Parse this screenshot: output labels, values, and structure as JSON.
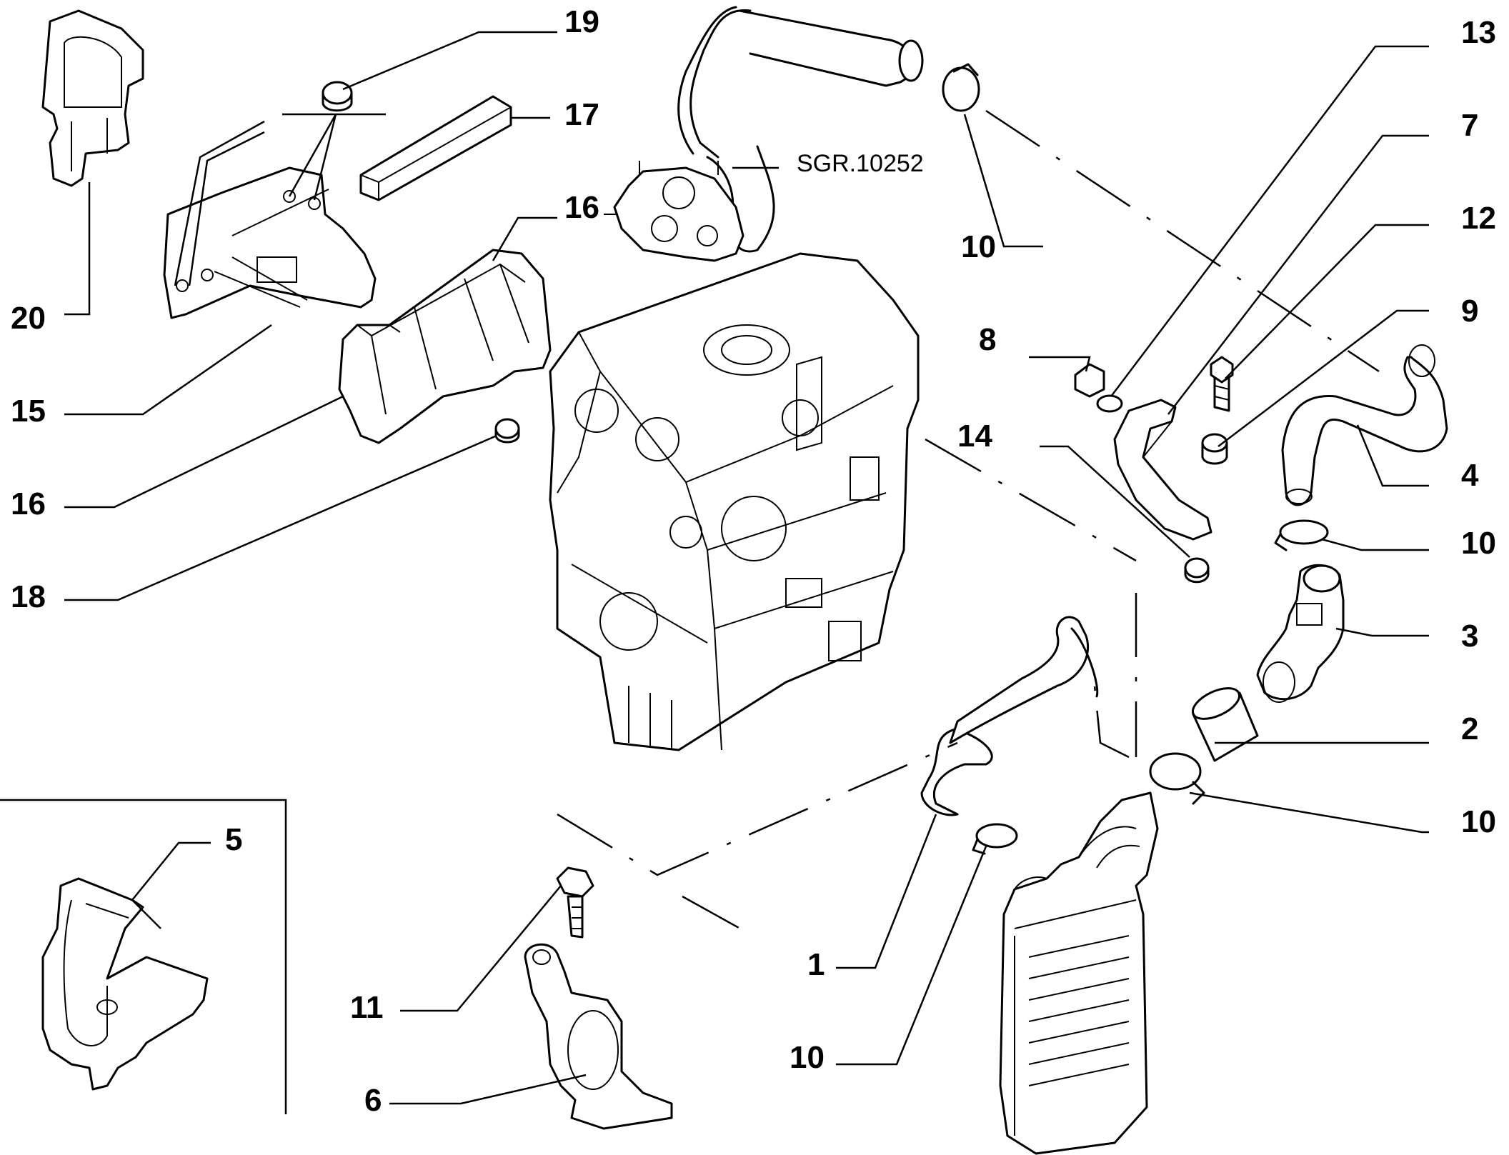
{
  "drawing_code": "SGR.10252",
  "callouts": {
    "c1": "1",
    "c2": "2",
    "c3": "3",
    "c4": "4",
    "c5": "5",
    "c6": "6",
    "c7": "7",
    "c8": "8",
    "c9": "9",
    "c10_top": "10",
    "c10_right_upper": "10",
    "c10_right_lower": "10",
    "c10_bottom": "10",
    "c11": "11",
    "c12": "12",
    "c13": "13",
    "c14": "14",
    "c15": "15",
    "c16_top": "16",
    "c16_left": "16",
    "c17": "17",
    "c18": "18",
    "c19": "19",
    "c20": "20"
  }
}
